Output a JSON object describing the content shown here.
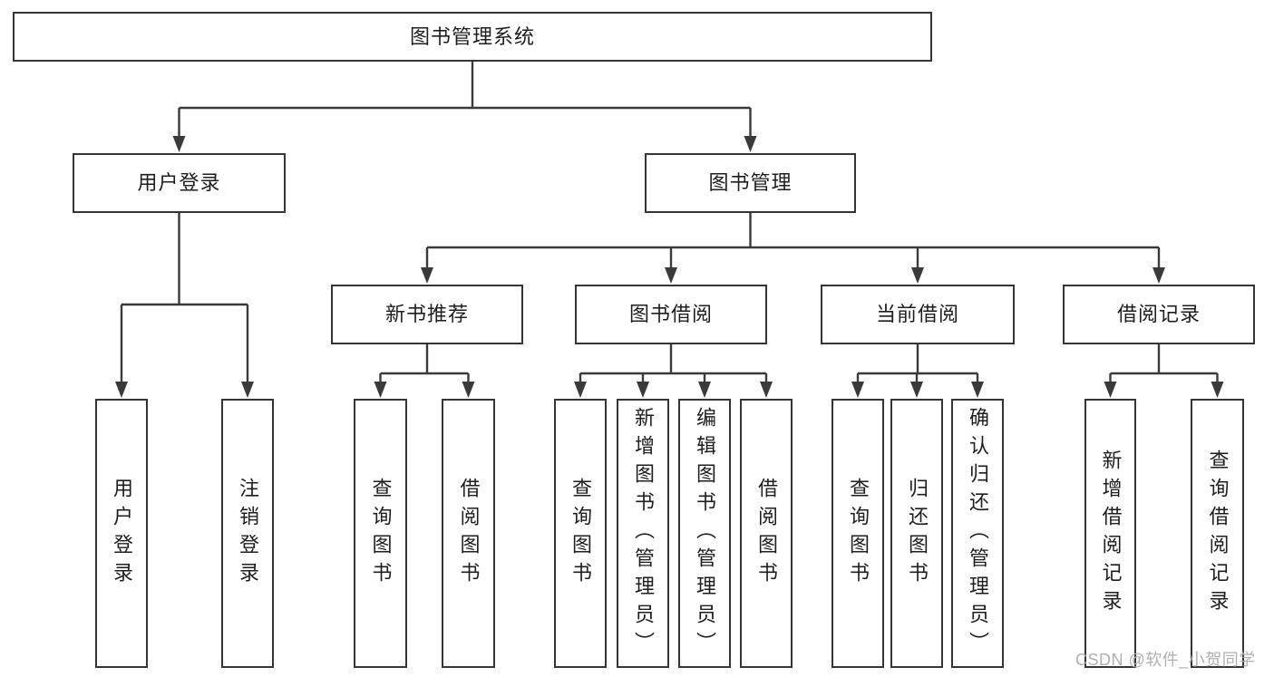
{
  "diagram": {
    "title": "图书管理系统",
    "line_color": "#3a3a3a",
    "box_border_color": "#353535",
    "text_color": "#1e1e1e",
    "nodes": [
      {
        "id": "root",
        "label": "图书管理系统",
        "parent": null
      },
      {
        "id": "login",
        "label": "用户登录",
        "parent": "root"
      },
      {
        "id": "mgmt",
        "label": "图书管理",
        "parent": "root"
      },
      {
        "id": "user-login",
        "label": "用户登录",
        "parent": "login"
      },
      {
        "id": "logout",
        "label": "注销登录",
        "parent": "login"
      },
      {
        "id": "recommend",
        "label": "新书推荐",
        "parent": "mgmt"
      },
      {
        "id": "borrow",
        "label": "图书借阅",
        "parent": "mgmt"
      },
      {
        "id": "current",
        "label": "当前借阅",
        "parent": "mgmt"
      },
      {
        "id": "records",
        "label": "借阅记录",
        "parent": "mgmt"
      },
      {
        "id": "rec-query",
        "label": "查询图书",
        "parent": "recommend"
      },
      {
        "id": "rec-borrow",
        "label": "借阅图书",
        "parent": "recommend"
      },
      {
        "id": "bor-query",
        "label": "查询图书",
        "parent": "borrow"
      },
      {
        "id": "bor-add",
        "label": "新增图书（管理员）",
        "parent": "borrow"
      },
      {
        "id": "bor-edit",
        "label": "编辑图书（管理员）",
        "parent": "borrow"
      },
      {
        "id": "bor-borrow",
        "label": "借阅图书",
        "parent": "borrow"
      },
      {
        "id": "cur-query",
        "label": "查询图书",
        "parent": "current"
      },
      {
        "id": "cur-return",
        "label": "归还图书",
        "parent": "current"
      },
      {
        "id": "cur-confirm",
        "label": "确认归还（管理员）",
        "parent": "current"
      },
      {
        "id": "rec2-add",
        "label": "新增借阅记录",
        "parent": "records"
      },
      {
        "id": "rec2-query",
        "label": "查询借阅记录",
        "parent": "records"
      }
    ]
  },
  "watermark": {
    "text": "CSDN @软件_小贺同学"
  }
}
